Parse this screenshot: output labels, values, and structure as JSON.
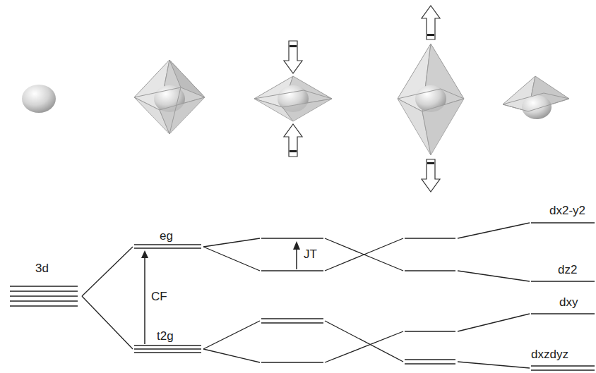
{
  "diagram": {
    "labels": [
      "3d",
      "eg",
      "CF",
      "t2g",
      "JT",
      "dx2-y2",
      "dz2",
      "dxy",
      "dxzdyz"
    ]
  }
}
